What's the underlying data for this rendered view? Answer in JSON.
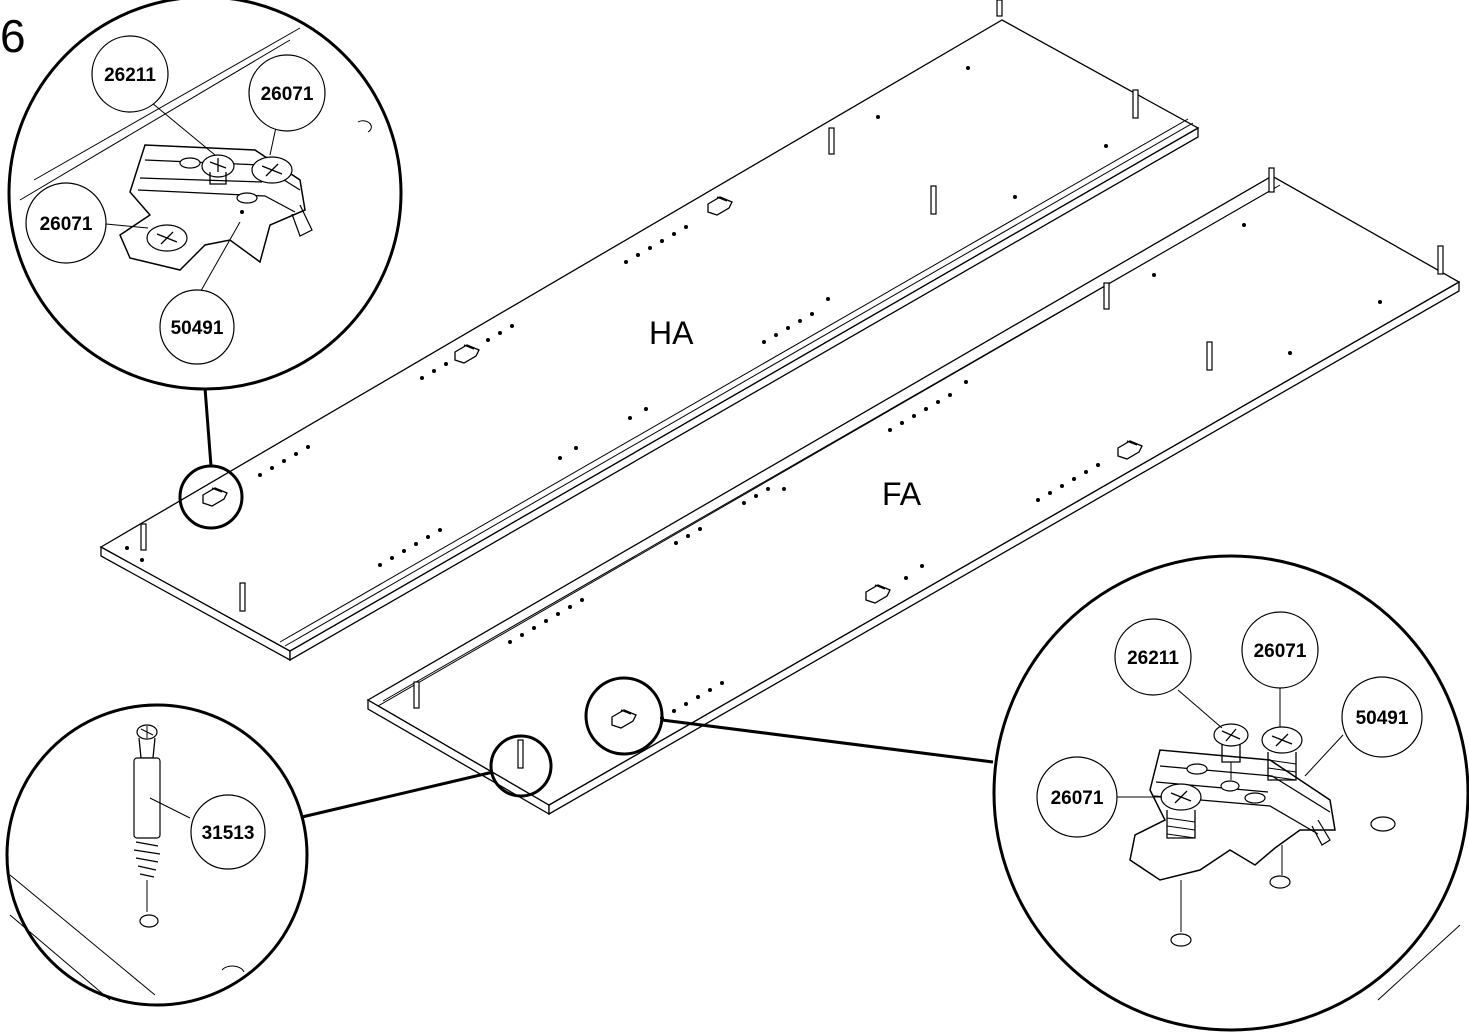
{
  "step_number": "6",
  "panels": {
    "top": {
      "label": "HA"
    },
    "bottom": {
      "label": "FA"
    }
  },
  "detail_top_left": {
    "part_a": "26211",
    "part_b": "26071",
    "part_c": "26071",
    "part_d": "50491"
  },
  "detail_bottom_left": {
    "part_a": "31513"
  },
  "detail_bottom_right": {
    "part_a": "26211",
    "part_b": "26071",
    "part_c": "50491",
    "part_d": "26071"
  }
}
